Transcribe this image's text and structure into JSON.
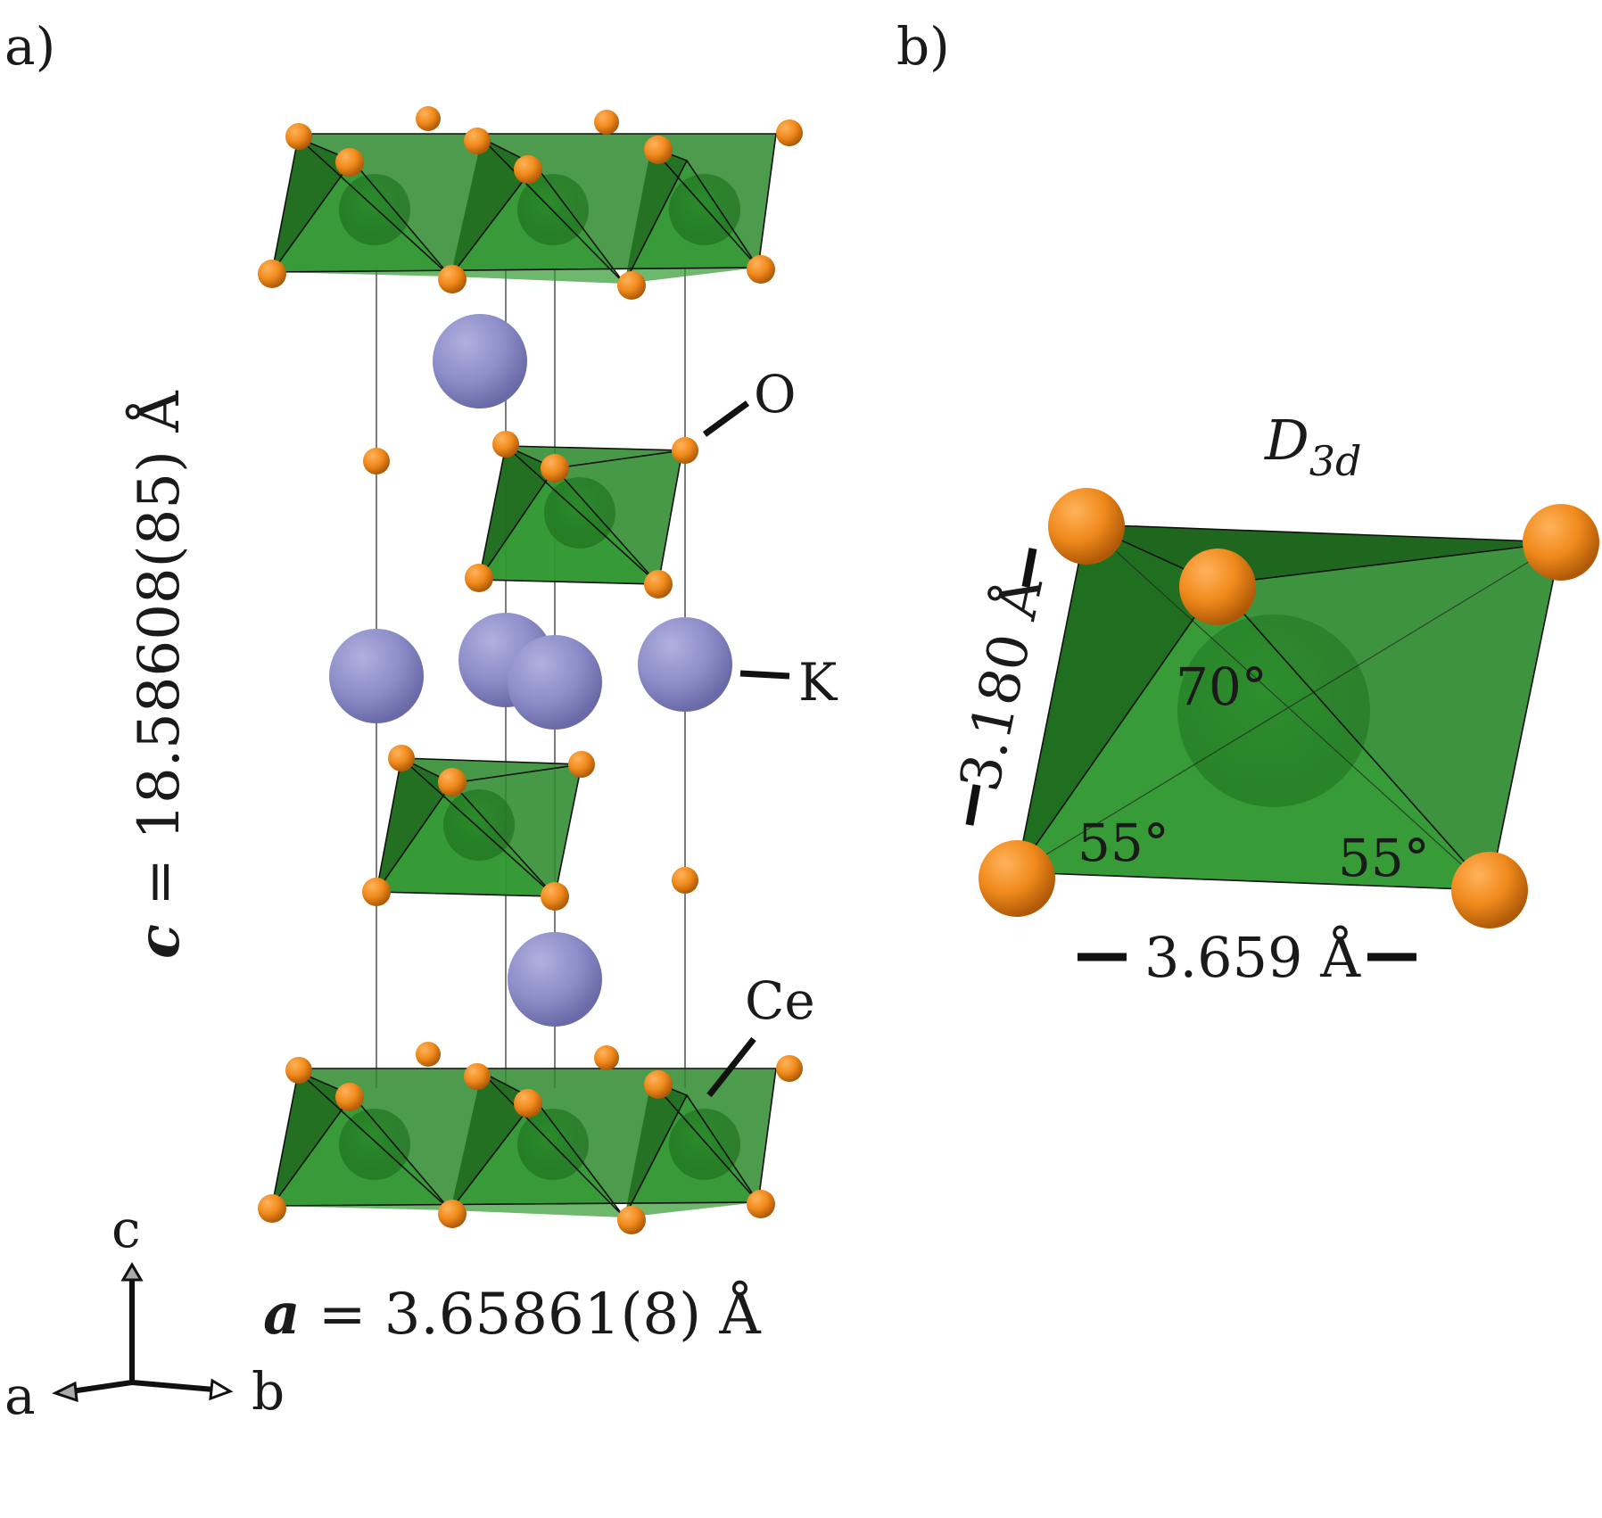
{
  "panel_a": {
    "label": "a)",
    "c_symbol": "c",
    "c_value": " = 18.58608(85) Å",
    "a_symbol": "a",
    "a_value": " = 3.65861(8) Å",
    "atom_labels": {
      "oxygen": "O",
      "potassium": "K",
      "cerium": "Ce"
    },
    "axes": {
      "c": "c",
      "a": "a",
      "b": "b"
    }
  },
  "panel_b": {
    "label": "b)",
    "symmetry_main": "D",
    "symmetry_sub": "3d",
    "angle_top": "70°",
    "angle_left": "55°",
    "angle_right": "55°",
    "bond_short": "3.180 Å",
    "bond_long": "3.659 Å"
  },
  "colors": {
    "octahedron_green": "#2e8b2e",
    "octahedron_dark": "#1f6b1f",
    "oxygen_orange": "#f08a1c",
    "potassium_lavender": "#8c8cc8"
  }
}
